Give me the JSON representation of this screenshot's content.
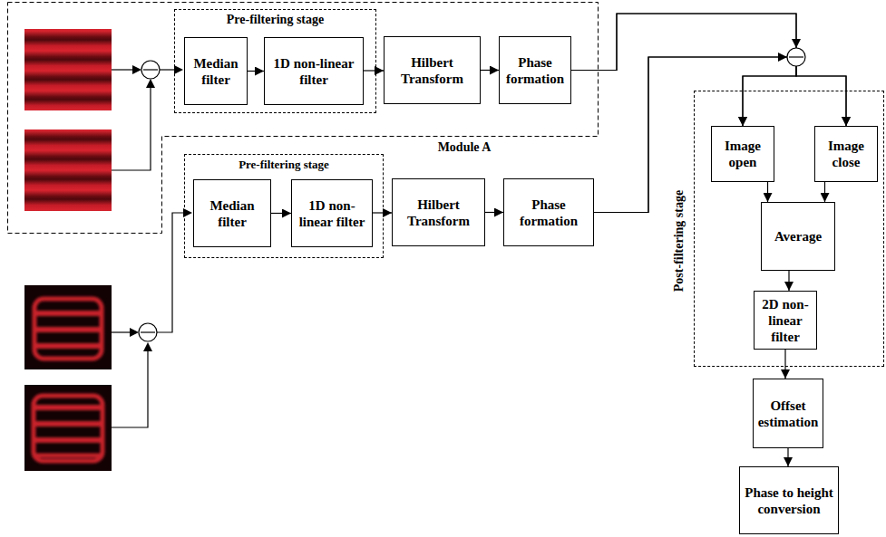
{
  "diagram": {
    "nodes": [
      {
        "text": [
          "Module A"
        ]
      },
      {
        "text": [
          "Pre-filtering stage"
        ],
        "in": 0
      },
      {
        "text": [
          "Median filter"
        ],
        "in": 1
      },
      {
        "text": [
          "1D non-linear filter"
        ],
        "in": 1
      },
      {
        "text": [
          "Hilbert Transform"
        ],
        "in": 0
      },
      {
        "text": [
          "Phase formation"
        ],
        "in": 0
      },
      {
        "text": [
          "Pre-filtering stage"
        ]
      },
      {
        "text": [
          "Median filter"
        ],
        "in": 6
      },
      {
        "text": [
          "1D non-linear filter"
        ],
        "in": 6
      },
      {
        "text": [
          "Hilbert Transform"
        ]
      },
      {
        "text": [
          "Phase formation"
        ]
      },
      {
        "text": [
          "Post-filtering stage"
        ]
      },
      {
        "text": [
          "Image open"
        ],
        "in": 11
      },
      {
        "text": [
          "Image close"
        ],
        "in": 11
      },
      {
        "text": [
          "Average"
        ],
        "in": 11
      },
      {
        "text": [
          "2D non-linear filter"
        ],
        "in": 11
      },
      {
        "text": [
          "Offset estimation"
        ]
      },
      {
        "text": [
          "Phase to height conversion"
        ]
      }
    ],
    "edges": [
      {
        "from": 2,
        "to": 3,
        "arrow": "to"
      },
      {
        "from": 3,
        "to": 4,
        "arrow": "to"
      },
      {
        "from": 4,
        "to": 5,
        "arrow": "to"
      },
      {
        "from": 7,
        "to": 8,
        "arrow": "to"
      },
      {
        "from": 8,
        "to": 9,
        "arrow": "to"
      },
      {
        "from": 9,
        "to": 10,
        "arrow": "to"
      },
      {
        "from": 5,
        "to": 12,
        "arrow": "to"
      },
      {
        "from": 5,
        "to": 13,
        "arrow": "to"
      },
      {
        "from": 10,
        "to": 12,
        "arrow": "to"
      },
      {
        "from": 10,
        "to": 13,
        "arrow": "to"
      },
      {
        "from": 12,
        "to": 14,
        "arrow": "to"
      },
      {
        "from": 13,
        "to": 14,
        "arrow": "to"
      },
      {
        "from": 14,
        "to": 15,
        "arrow": "to"
      },
      {
        "from": 15,
        "to": 16,
        "arrow": "to"
      },
      {
        "from": 16,
        "to": 17,
        "arrow": "to"
      }
    ]
  }
}
